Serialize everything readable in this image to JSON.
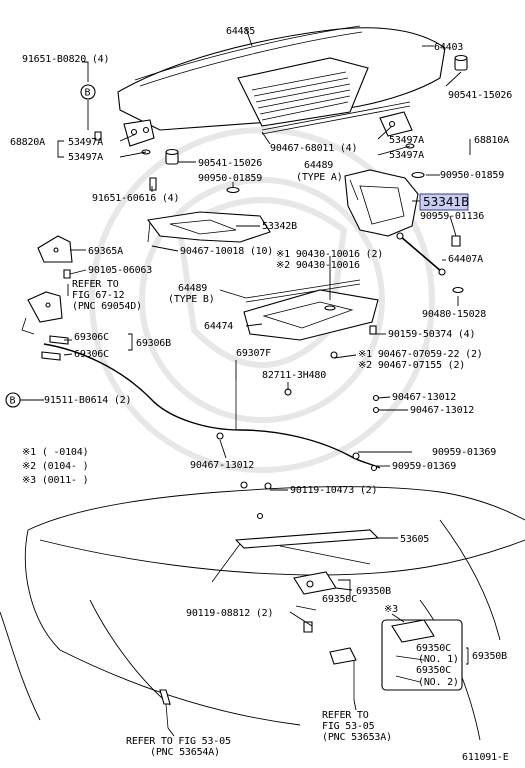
{
  "labels": {
    "p64485": "64485",
    "p64403": "64403",
    "p91651_b0820": "91651-B0820 (4)",
    "p90541_15026_top": "90541-15026",
    "circ_b1": "B",
    "p68820a": "68820A",
    "p53497a_l1": "53497A",
    "p53497a_l2": "53497A",
    "p90467_68011": "90467-68011 (4)",
    "p53497a_r1": "53497A",
    "p68810a": "68810A",
    "p53497a_r2": "53497A",
    "p90541_15026_mid": "90541-15026",
    "p64489_a": "64489",
    "type_a": "(TYPE A)",
    "p90950_01859_r": "90950-01859",
    "p90950_01859_l": "90950-01859",
    "p91651_60616": "91651-60616 (4)",
    "p53341b": "53341B",
    "p53342b": "53342B",
    "p90959_01136": "90959-01136",
    "p69365a": "69365A",
    "p90467_10018": "90467-10018 (10)",
    "p90430_10016_1": "※1 90430-10016 (2)",
    "p90430_10016_2": "※2 90430-10016",
    "p64407a": "64407A",
    "p90105_06063": "90105-06063",
    "refer_fig67_l1": "REFER TO",
    "refer_fig67_l2": "FIG 67-12",
    "refer_fig67_l3": "(PNC 69054D)",
    "p64489_b": "64489",
    "type_b": "(TYPE B)",
    "p90480_15028": "90480-15028",
    "p64474": "64474",
    "p69306c_1": "69306C",
    "p69306b": "69306B",
    "p69306c_2": "69306C",
    "p90159_50374": "90159-50374 (4)",
    "p69307f": "69307F",
    "p90467_07059": "※1  90467-07059-22 (2)",
    "p90467_07155": "※2  90467-07155 (2)",
    "p82711_3h480": "82711-3H480",
    "circ_b2": "B",
    "p91511_b0614": "91511-B0614 (2)",
    "p90467_13012_r1": "90467-13012",
    "p90467_13012_r2": "90467-13012",
    "note1": "※1   (      -0104)",
    "note2": "※2   (0104-      )",
    "note3": "※3   (0011-      )",
    "p90467_13012_l": "90467-13012",
    "p90959_01369_1": "90959-01369",
    "p90959_01369_2": "90959-01369",
    "p90119_10473": "90119-10473 (2)",
    "p53605": "53605",
    "p69350b_1": "69350B",
    "p69350c": "69350C",
    "p90119_08812": "90119-08812 (2)",
    "note3_mark": "※3",
    "p69350c_no1": "69350C",
    "no1": "(NO. 1)",
    "p69350b_2": "69350B",
    "p69350c_no2": "69350C",
    "no2": "(NO. 2)",
    "refer_fig53_r_l1": "REFER TO",
    "refer_fig53_r_l2": "FIG 53-05",
    "refer_fig53_r_l3": "(PNC 53653A)",
    "refer_fig53_l_l1": "REFER TO FIG 53-05",
    "refer_fig53_l_l2": "(PNC 53654A)",
    "diagram_id": "611091-E"
  },
  "colors": {
    "highlight_fill": "#c9cdf0",
    "highlight_stroke": "#3a3a8a",
    "line": "#000000",
    "watermark": "#e7e7e7"
  }
}
